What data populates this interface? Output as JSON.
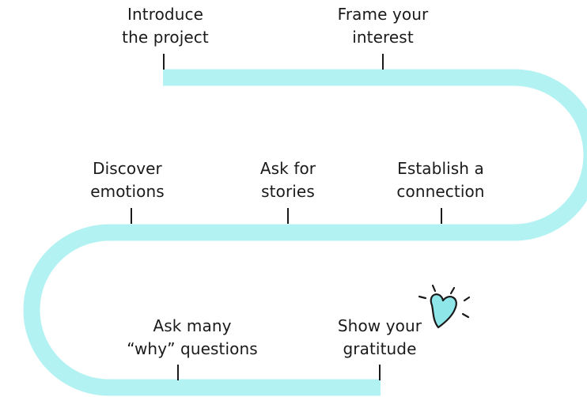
{
  "colors": {
    "path": "#b3f2f2",
    "ink": "#1a1a1a",
    "heart_fill": "#8ee6e9"
  },
  "steps": [
    {
      "line1": "Introduce",
      "line2": "the project"
    },
    {
      "line1": "Frame your",
      "line2": "interest"
    },
    {
      "line1": "Discover",
      "line2": "emotions"
    },
    {
      "line1": "Ask for",
      "line2": "stories"
    },
    {
      "line1": "Establish a",
      "line2": "connection"
    },
    {
      "line1": "Ask many",
      "line2": "“why” questions"
    },
    {
      "line1": "Show your",
      "line2": "gratitude"
    }
  ],
  "decoration": {
    "icon": "heart-icon"
  }
}
